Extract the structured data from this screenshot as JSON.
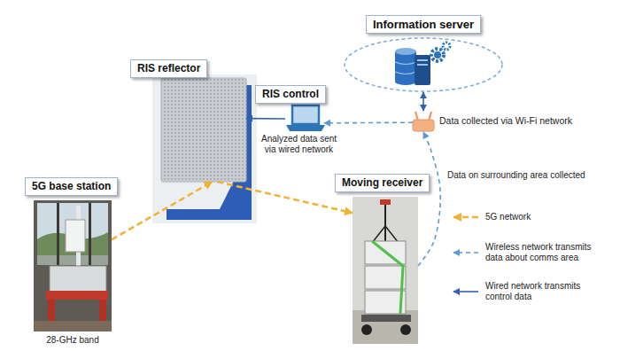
{
  "diagram": {
    "nodes": [
      {
        "text": [
          "Information server"
        ]
      },
      {
        "text": [
          "RIS reflector"
        ]
      },
      {
        "text": [
          "RIS control"
        ]
      },
      {
        "text": [
          "Data collected via Wi-Fi network"
        ]
      },
      {
        "text": [
          "5G base station"
        ]
      },
      {
        "text": [
          "Moving receiver"
        ]
      }
    ],
    "edges": [
      {
        "from": 4,
        "to": 1,
        "arrow": "to"
      },
      {
        "from": 1,
        "to": 5,
        "arrow": "to"
      },
      {
        "from": 0,
        "to": 3,
        "arrow": "both"
      },
      {
        "from": 3,
        "to": 2,
        "arrow": "to"
      },
      {
        "from": 2,
        "to": 1,
        "arrow": "to"
      },
      {
        "from": 5,
        "to": 3,
        "arrow": "to"
      }
    ],
    "labels": [
      "Analyzed data sent via wired network",
      "Data on surrounding area collected",
      "28-GHz band"
    ],
    "legend": [
      {
        "text": "5G network"
      },
      {
        "text": "Wireless network transmits data about comms area"
      },
      {
        "text": "Wired network transmits control data"
      }
    ]
  }
}
